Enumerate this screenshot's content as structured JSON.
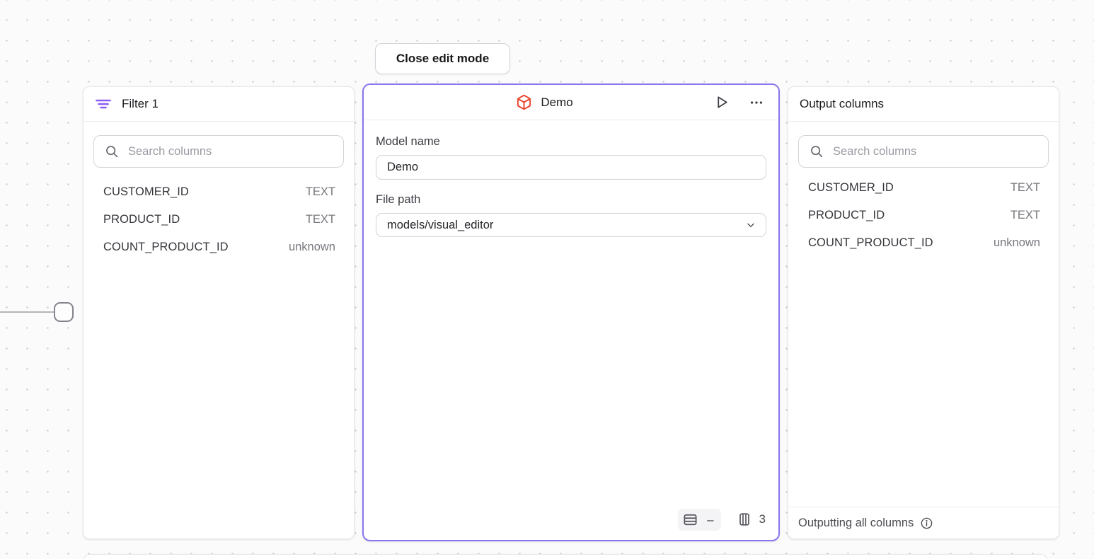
{
  "toolbar": {
    "close_edit_label": "Close edit mode"
  },
  "filter_panel": {
    "title": "Filter 1",
    "icon": "filter-lines-icon",
    "search_placeholder": "Search columns",
    "columns": [
      {
        "name": "CUSTOMER_ID",
        "type": "TEXT"
      },
      {
        "name": "PRODUCT_ID",
        "type": "TEXT"
      },
      {
        "name": "COUNT_PRODUCT_ID",
        "type": "unknown"
      }
    ]
  },
  "model_panel": {
    "title": "Demo",
    "icon": "cube-icon",
    "model_name_label": "Model name",
    "model_name_value": "Demo",
    "file_path_label": "File path",
    "file_path_value": "models/visual_editor",
    "row_count": "–",
    "column_count": "3"
  },
  "output_panel": {
    "title": "Output columns",
    "search_placeholder": "Search columns",
    "columns": [
      {
        "name": "CUSTOMER_ID",
        "type": "TEXT"
      },
      {
        "name": "PRODUCT_ID",
        "type": "TEXT"
      },
      {
        "name": "COUNT_PRODUCT_ID",
        "type": "unknown"
      }
    ],
    "footer_text": "Outputting all columns"
  },
  "colors": {
    "accent_purple": "#8b74f0",
    "filter_icon_purple": "#8b5cf6",
    "model_icon_orange": "#e8432a"
  }
}
